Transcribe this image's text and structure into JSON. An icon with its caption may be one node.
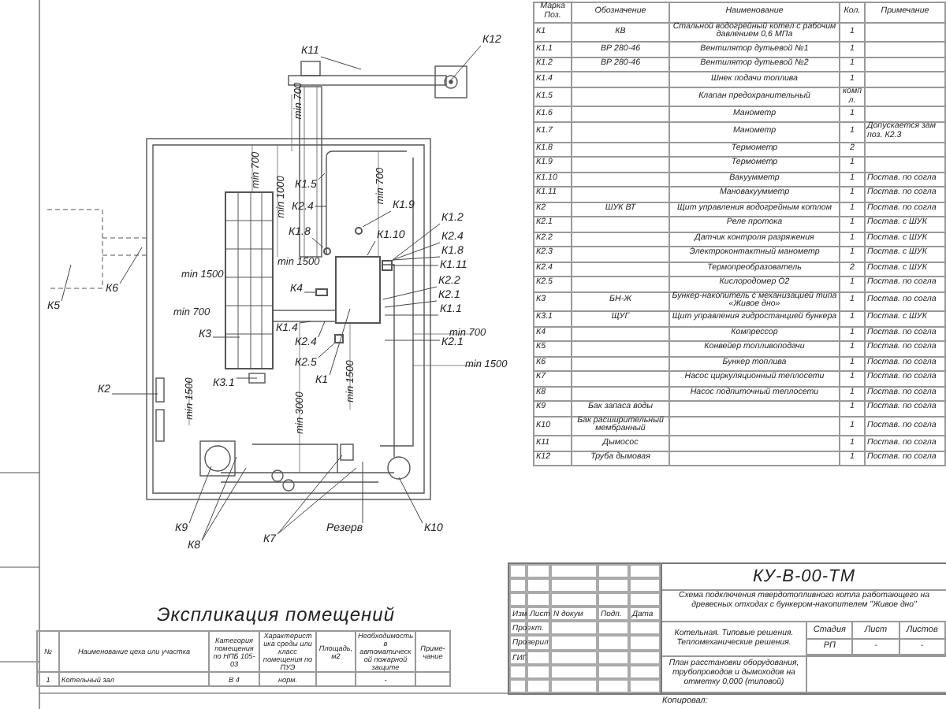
{
  "diagram": {
    "nodes": [
      {
        "text": [
          "К11"
        ]
      },
      {
        "text": [
          "К12"
        ]
      },
      {
        "text": [
          "К1.5"
        ]
      },
      {
        "text": [
          "К2.4"
        ]
      },
      {
        "text": [
          "К1.8"
        ]
      },
      {
        "text": [
          "К1.9"
        ]
      },
      {
        "text": [
          "К1.2"
        ]
      },
      {
        "text": [
          "К1.10"
        ]
      },
      {
        "text": [
          "К2.4"
        ]
      },
      {
        "text": [
          "К1.8"
        ]
      },
      {
        "text": [
          "К1.11"
        ]
      },
      {
        "text": [
          "К4"
        ]
      },
      {
        "text": [
          "К2.2"
        ]
      },
      {
        "text": [
          "К6"
        ]
      },
      {
        "text": [
          "К2.1"
        ]
      },
      {
        "text": [
          "К5"
        ]
      },
      {
        "text": [
          "К1.1"
        ]
      },
      {
        "text": [
          "К3"
        ]
      },
      {
        "text": [
          "К1.4"
        ]
      },
      {
        "text": [
          "К2.4"
        ]
      },
      {
        "text": [
          "К2.1"
        ]
      },
      {
        "text": [
          "К2.5"
        ]
      },
      {
        "text": [
          "К1"
        ]
      },
      {
        "text": [
          "К3.1"
        ]
      },
      {
        "text": [
          "К2"
        ]
      },
      {
        "text": [
          "К9"
        ]
      },
      {
        "text": [
          "Резерв"
        ]
      },
      {
        "text": [
          "К7"
        ]
      },
      {
        "text": [
          "К10"
        ]
      },
      {
        "text": [
          "К8"
        ]
      },
      {
        "text": [],
        "shape": "circle"
      },
      {
        "text": [],
        "shape": "circle"
      },
      {
        "text": [],
        "shape": "box"
      },
      {
        "text": [],
        "shape": "box"
      },
      {
        "text": [],
        "shape": "box"
      }
    ],
    "edges": [
      {
        "from": 0,
        "to": null,
        "arrow": "none"
      },
      {
        "from": 1,
        "to": null,
        "arrow": "none"
      },
      {
        "from": 2,
        "to": null,
        "arrow": "none"
      },
      {
        "from": 3,
        "to": null,
        "arrow": "none"
      },
      {
        "from": 4,
        "to": 30,
        "arrow": "none"
      },
      {
        "from": 5,
        "to": 31,
        "arrow": "none"
      },
      {
        "from": 6,
        "to": 32,
        "arrow": "none"
      },
      {
        "from": 7,
        "to": null,
        "arrow": "none"
      },
      {
        "from": 8,
        "to": 32,
        "arrow": "none"
      },
      {
        "from": 9,
        "to": 32,
        "arrow": "none"
      },
      {
        "from": 10,
        "to": 32,
        "arrow": "none"
      },
      {
        "from": 11,
        "to": 33,
        "arrow": "none"
      },
      {
        "from": 12,
        "to": null,
        "arrow": "none"
      },
      {
        "from": 13,
        "to": null,
        "arrow": "none"
      },
      {
        "from": 14,
        "to": null,
        "arrow": "none"
      },
      {
        "from": 15,
        "to": null,
        "arrow": "none"
      },
      {
        "from": 16,
        "to": null,
        "arrow": "none"
      },
      {
        "from": 17,
        "to": null,
        "arrow": "none"
      },
      {
        "from": 18,
        "to": null,
        "arrow": "none"
      },
      {
        "from": 19,
        "to": null,
        "arrow": "none"
      },
      {
        "from": 20,
        "to": null,
        "arrow": "none"
      },
      {
        "from": 21,
        "to": 34,
        "arrow": "none"
      },
      {
        "from": 22,
        "to": null,
        "arrow": "none"
      },
      {
        "from": 23,
        "to": null,
        "arrow": "none"
      },
      {
        "from": 24,
        "to": null,
        "arrow": "none"
      },
      {
        "from": 25,
        "to": null,
        "arrow": "none"
      },
      {
        "from": 26,
        "to": null,
        "arrow": "none"
      },
      {
        "from": 27,
        "to": null,
        "arrow": "none"
      },
      {
        "from": 27,
        "to": null,
        "arrow": "none"
      },
      {
        "from": 28,
        "to": null,
        "arrow": "none"
      },
      {
        "from": 29,
        "to": null,
        "arrow": "none"
      },
      {
        "from": 29,
        "to": null,
        "arrow": "none"
      }
    ],
    "labels": [
      "min 700",
      "min 700",
      "min 1000",
      "min 700",
      "min 1500",
      "min 1500",
      "min 700",
      "min 700",
      "min 1500",
      "min 1500",
      "min 3000",
      "min 1500",
      "Марка Поз.",
      "Обозначение",
      "Наименование",
      "Кол.",
      "Примечание",
      "К1",
      "КВ",
      "Стальной водогрейный котел с рабочим давлением 0,6 МПа",
      "1",
      "К1.1",
      "ВР 280-46",
      "Вентилятор дутьевой №1",
      "1",
      "К1.2",
      "ВР 280-46",
      "Вентилятор дутьевой №2",
      "1",
      "К1.4",
      "Шнек подачи топлива",
      "1",
      "К1.5",
      "Клапан предохранительный",
      "компл.",
      "К1.6",
      "Манометр",
      "1",
      "К1.7",
      "Манометр",
      "1",
      "Допускается зам поз. К2.3",
      "К1.8",
      "Термометр",
      "2",
      "К1.9",
      "Термометр",
      "1",
      "К1.10",
      "Вакуумметр",
      "1",
      "Постав. по согла",
      "К1.11",
      "Мановакуумметр",
      "1",
      "Постав. по согла",
      "К2",
      "ШУК ВТ",
      "Щит управления водогрейным котлом",
      "1",
      "Постав. по согла",
      "К2.1",
      "Реле протока",
      "1",
      "Постав. с ШУК",
      "К2.2",
      "Датчик контроля разряжения",
      "1",
      "Постав. с ШУК",
      "К2.3",
      "Электроконтактный манометр",
      "1",
      "Постав. с ШУК",
      "К2.4",
      "Термопреобразователь",
      "2",
      "Постав. с ШУК",
      "К2.5",
      "Кислородомер О2",
      "1",
      "Постав. по согла",
      "К3",
      "БН-Ж",
      "Бункер-накопитель с механизацией типа «Живое дно»",
      "1",
      "Постав. по согла",
      "К3.1",
      "ЩУГ",
      "Щит управления гидростанцией бункера",
      "1",
      "Постав. с ШУК",
      "К4",
      "Компрессор",
      "1",
      "Постав. по согла",
      "К5",
      "Конвейер топливоподачи",
      "1",
      "Постав. по согла",
      "К6",
      "Бункер топлива",
      "1",
      "Постав. по согла",
      "К7",
      "Насос циркуляционный теплосети",
      "1",
      "Постав. по согла",
      "К8",
      "Насос подпиточный теплосети",
      "1",
      "Постав. по согла",
      "К9",
      "Бак запаса воды",
      "1",
      "Постав. по согла",
      "К10",
      "Бак расширительный мембранный",
      "1",
      "Постав. по согла",
      "К11",
      "Дымосос",
      "1",
      "Постав. по согла",
      "К12",
      "Труба дымовая",
      "1",
      "Постав. по согла",
      "Экспликация помещений",
      "№",
      "Наименование цеха или участка",
      "Категория помещения по НПБ 105-03",
      "Характеристика среды или класс помещения по ПУЭ",
      "Площадь, м2",
      "Необходимость в автоматической пожарной защите",
      "Приме- чание",
      "1",
      "Котельный зал",
      "В 4",
      "норм.",
      "-",
      "Изм",
      "Лист",
      "N докум",
      "Подп.",
      "Дата",
      "Проект.",
      "Проверил",
      "ГИП",
      "КУ-В-00-ТМ",
      "Схема подключения твердотопливного котла работающего на древесных отходах с бункером-накопителем \"Живое дно\"",
      "Котельная. Типовые решения. Тепломеханические решения.",
      "Стадия",
      "Лист",
      "Листов",
      "РП",
      "-",
      "-",
      "План расстановки оборудования, трубопроводов и дымоходов на отметку 0,000 (типовой)",
      "Копировал:"
    ]
  }
}
